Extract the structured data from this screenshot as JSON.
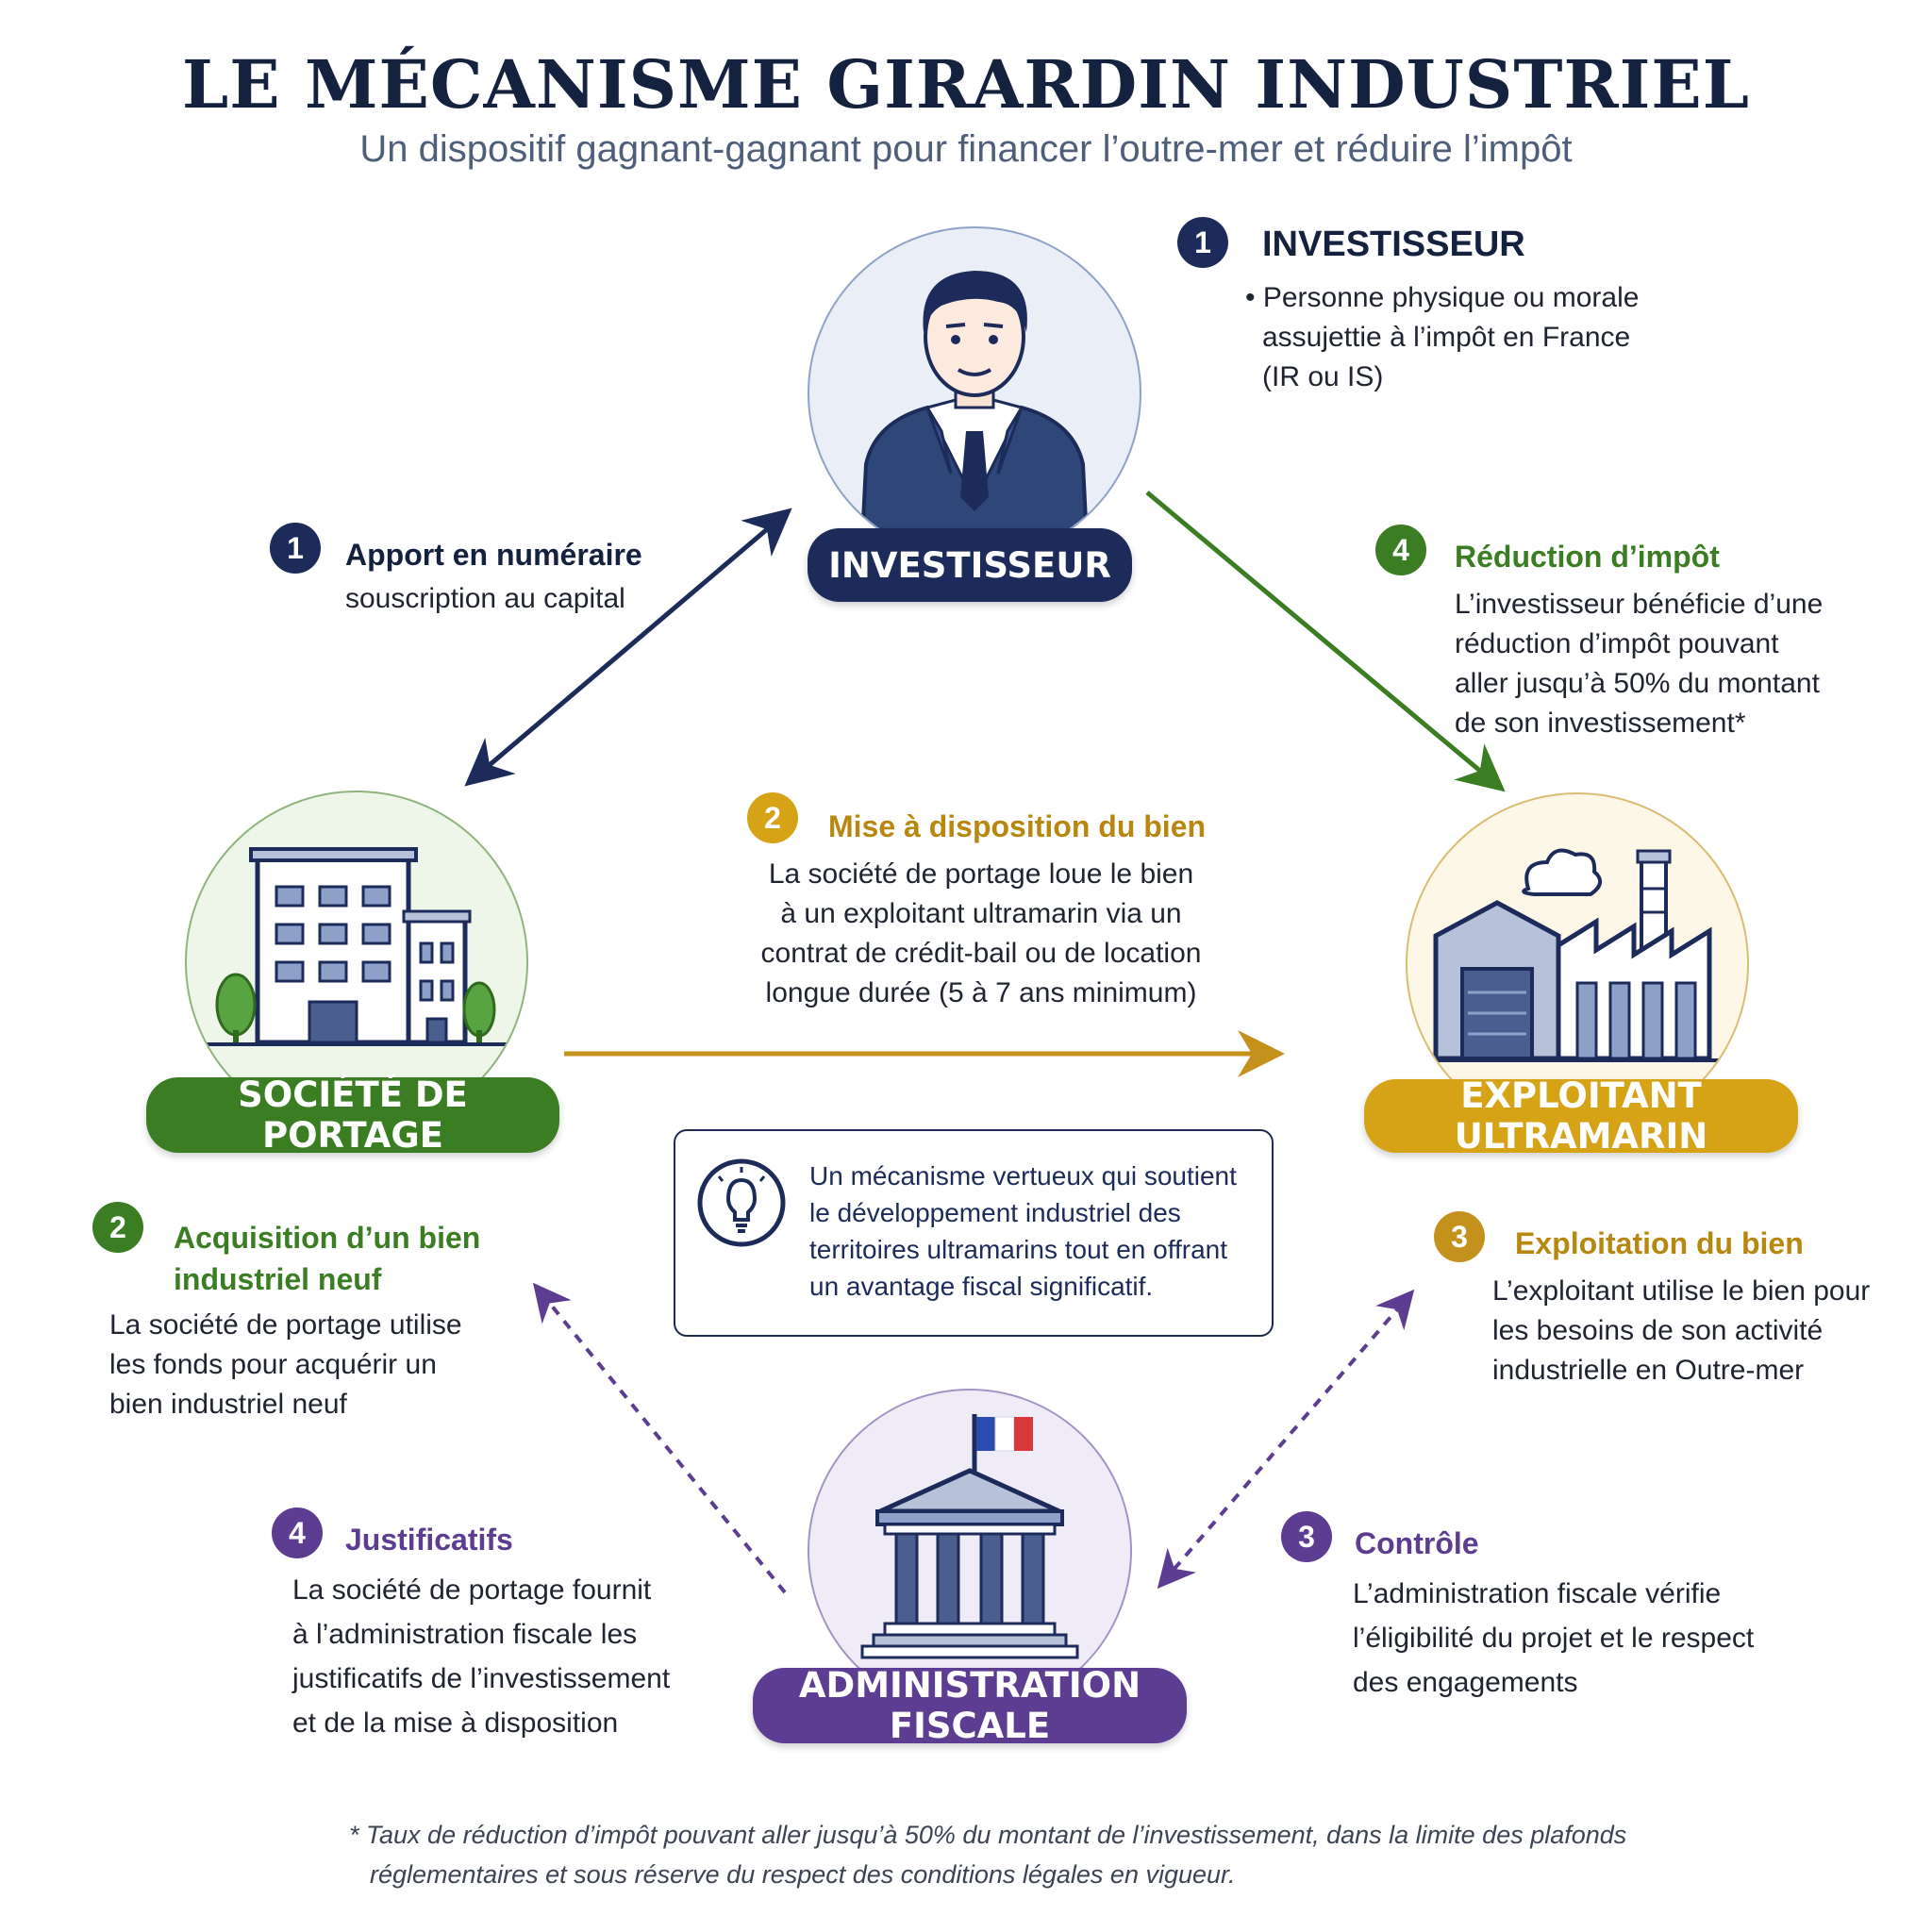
{
  "title": "LE MÉCANISME GIRARDIN INDUSTRIEL",
  "subtitle": "Un dispositif gagnant-gagnant pour financer l’outre-mer et réduire l’impôt",
  "colors": {
    "navy": "#1c2b5a",
    "green": "#3b7d23",
    "gold": "#d6a317",
    "purple": "#5c3d92"
  },
  "actors": {
    "investisseur": {
      "label": "INVESTISSEUR",
      "icon": "investor-person-icon"
    },
    "societe": {
      "label": "SOCIÉTÉ DE PORTAGE",
      "icon": "office-building-icon"
    },
    "exploitant": {
      "label": "EXPLOITANT ULTRAMARIN",
      "icon": "factory-icon"
    },
    "administration": {
      "label": "ADMINISTRATION FISCALE",
      "icon": "government-building-icon"
    }
  },
  "investisseur_info": {
    "number": "1",
    "heading": "INVESTISSEUR",
    "lines": [
      "• Personne physique ou morale",
      "assujettie à l’impôt en France",
      "(IR ou IS)"
    ]
  },
  "steps": {
    "apport": {
      "number": "1",
      "heading": "Apport en numéraire",
      "lines": [
        "souscription au capital"
      ]
    },
    "reduction": {
      "number": "4",
      "heading": "Réduction d’impôt",
      "lines": [
        "L’investisseur bénéficie d’une",
        "réduction d’impôt pouvant",
        "aller jusqu’à 50% du montant",
        "de son investissement*"
      ]
    },
    "mise": {
      "number": "2",
      "heading": "Mise à disposition du bien",
      "lines": [
        "La société de portage loue le bien",
        "à un exploitant ultramarin via un",
        "contrat de crédit-bail ou de location",
        "longue durée (5 à 7 ans minimum)"
      ]
    },
    "acquisition": {
      "number": "2",
      "heading_lines": [
        "Acquisition d’un bien",
        "industriel neuf"
      ],
      "lines": [
        "La société de portage utilise",
        "les fonds pour acquérir un",
        "bien industriel neuf"
      ]
    },
    "exploitation": {
      "number": "3",
      "heading": "Exploitation du bien",
      "lines": [
        "L’exploitant utilise le bien pour",
        "les besoins de son activité",
        "industrielle en Outre-mer"
      ]
    },
    "justificatifs": {
      "number": "4",
      "heading": "Justificatifs",
      "lines": [
        "La société de portage fournit",
        "à l’administration fiscale les",
        "justificatifs de l’investissement",
        "et de la mise à disposition"
      ]
    },
    "controle": {
      "number": "3",
      "heading": "Contrôle",
      "lines": [
        "L’administration fiscale vérifie",
        "l’éligibilité du projet et le respect",
        "des engagements"
      ]
    }
  },
  "info_box": {
    "icon": "lightbulb-icon",
    "lines": [
      "Un mécanisme vertueux qui soutient",
      "le développement industriel des",
      "territoires ultramarins tout en offrant",
      "un avantage fiscal significatif."
    ]
  },
  "footnote": {
    "lines": [
      "* Taux de réduction d’impôt pouvant aller jusqu’à 50% du montant de l’investissement, dans la limite des plafonds",
      "réglementaires et sous réserve du respect des conditions légales en vigueur."
    ]
  }
}
